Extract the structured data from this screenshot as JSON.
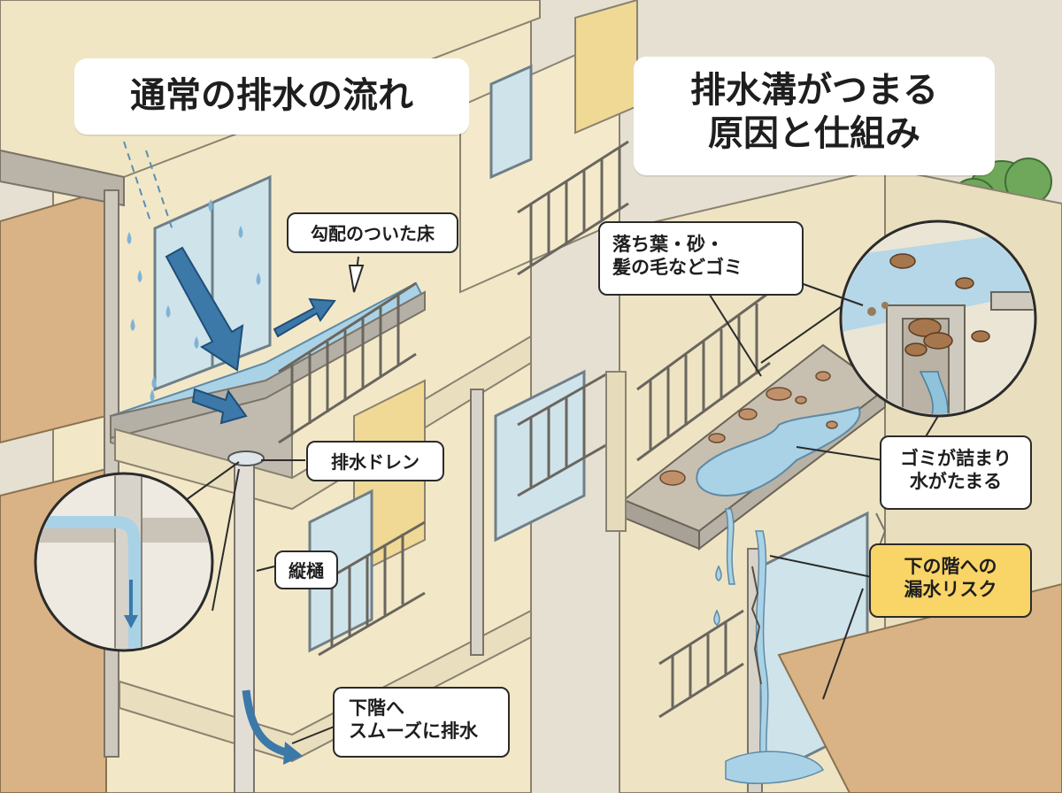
{
  "titles": {
    "normal_flow": "通常の排水の流れ",
    "clog_cause_line1": "排水溝がつまる",
    "clog_cause_line2": "原因と仕組み"
  },
  "labels": {
    "sloped_floor": "勾配のついた床",
    "drain": "排水ドレン",
    "downspout": "縦樋",
    "smooth_drain_line1": "下階へ",
    "smooth_drain_line2": "スムーズに排水",
    "debris_line1": "落ち葉・砂・",
    "debris_line2": "髪の毛などゴミ",
    "clogged_line1": "ゴミが詰まり",
    "clogged_line2": "水がたまる",
    "leak_risk_line1": "下の階への",
    "leak_risk_line2": "漏水リスク"
  },
  "colors": {
    "wall": "#f3e9c8",
    "wall_yellow": "#f0dc98",
    "slab": "#bfbab2",
    "water": "#a9d2e6",
    "water_arrow": "#3c78a8",
    "deck": "#dcb68c",
    "warning": "#f9d467",
    "outline": "#2b2b2b"
  }
}
